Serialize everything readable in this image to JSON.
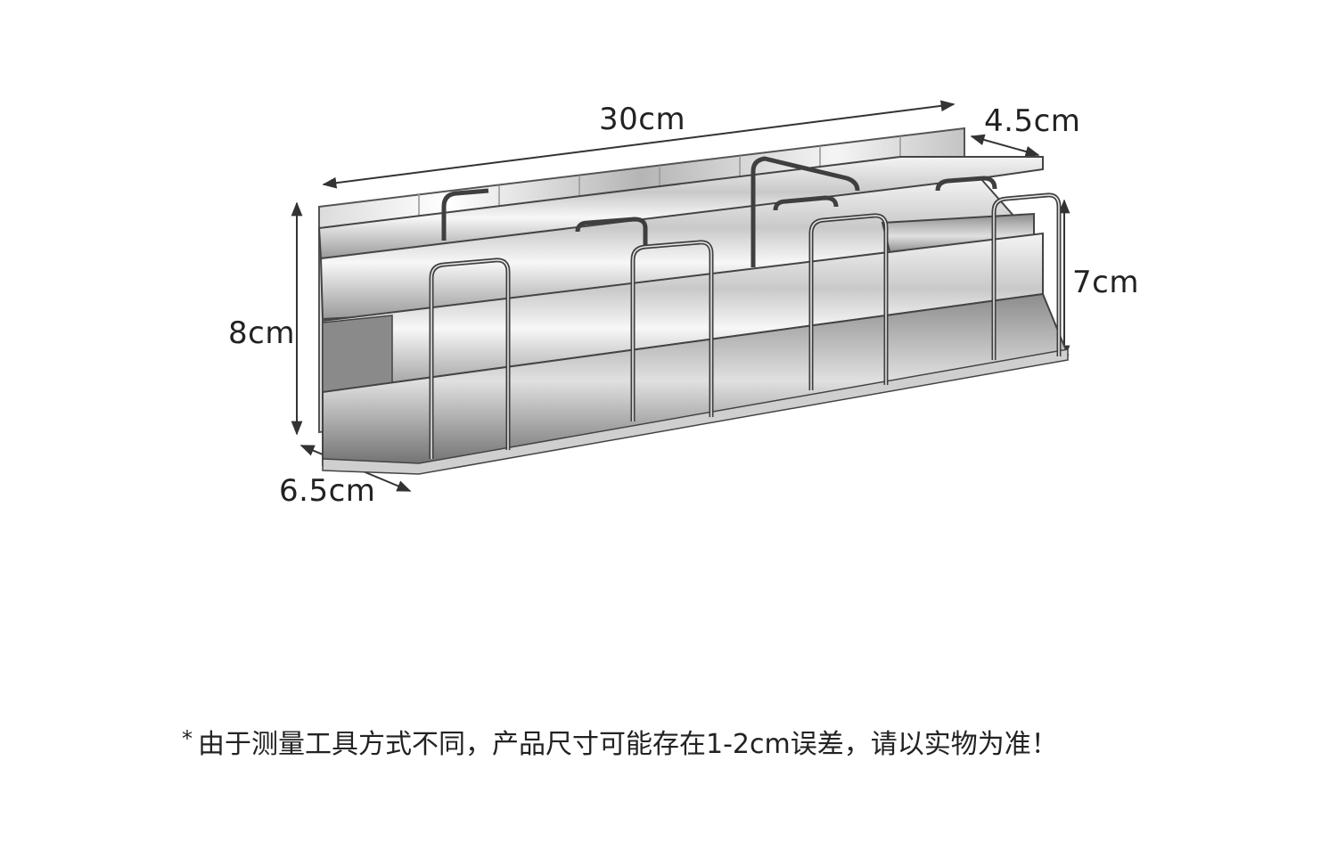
{
  "dimensions": {
    "width": "30cm",
    "depth": "4.5cm",
    "inner_height": "7cm",
    "height": "8cm",
    "base_depth": "6.5cm"
  },
  "footnote": {
    "marker": "*",
    "text": "由于测量工具方式不同，产品尺寸可能存在1-2cm误差，请以实物为准！"
  },
  "colors": {
    "line": "#333333",
    "steel_light": "#e8e8e8",
    "steel_mid": "#a9a9a9",
    "steel_dark": "#5a5a5a"
  }
}
